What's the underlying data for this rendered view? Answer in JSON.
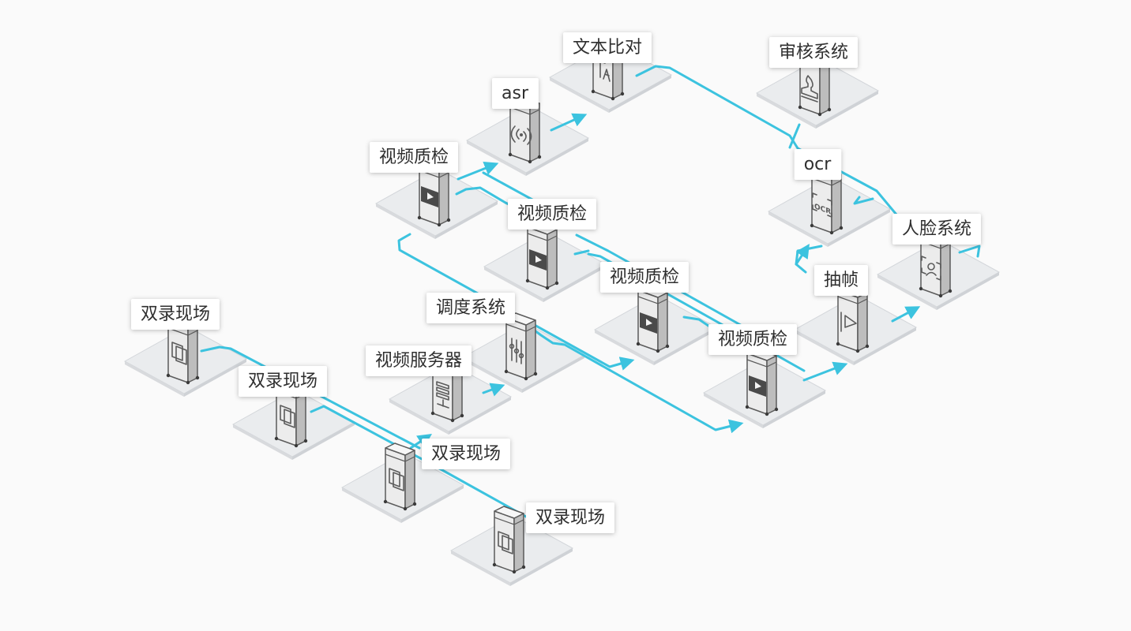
{
  "colors": {
    "background": "#fafafa",
    "flow_line": "#3cc3df",
    "platform_top": "#eaecee",
    "platform_side": "#d8dadd",
    "device_front": "#ececec",
    "device_side": "#bdbdbd",
    "device_top": "#f7f7f7",
    "device_stroke": "#5b5b5b",
    "label_bg": "#ffffff",
    "label_text": "#2f2f2f"
  },
  "nodes": [
    {
      "id": "dual-record-1",
      "label": "双录现场",
      "icon": "copy-icon"
    },
    {
      "id": "dual-record-2",
      "label": "双录现场",
      "icon": "copy-icon"
    },
    {
      "id": "dual-record-3",
      "label": "双录现场",
      "icon": "copy-icon"
    },
    {
      "id": "dual-record-4",
      "label": "双录现场",
      "icon": "copy-icon"
    },
    {
      "id": "video-server",
      "label": "视频服务器",
      "icon": "server-icon"
    },
    {
      "id": "scheduler",
      "label": "调度系统",
      "icon": "sliders-icon"
    },
    {
      "id": "video-qc-1",
      "label": "视频质检",
      "icon": "play-icon"
    },
    {
      "id": "video-qc-2",
      "label": "视频质检",
      "icon": "play-icon"
    },
    {
      "id": "video-qc-3",
      "label": "视频质检",
      "icon": "play-icon"
    },
    {
      "id": "video-qc-4",
      "label": "视频质检",
      "icon": "play-icon"
    },
    {
      "id": "asr",
      "label": "asr",
      "icon": "sound-wave-icon"
    },
    {
      "id": "text-compare",
      "label": "文本比对",
      "icon": "text-icon"
    },
    {
      "id": "review-system",
      "label": "审核系统",
      "icon": "stamp-icon"
    },
    {
      "id": "ocr",
      "label": "ocr",
      "icon": "ocr-icon"
    },
    {
      "id": "frame-extract",
      "label": "抽帧",
      "icon": "frame-play-icon"
    },
    {
      "id": "face-system",
      "label": "人脸系统",
      "icon": "face-icon"
    }
  ]
}
